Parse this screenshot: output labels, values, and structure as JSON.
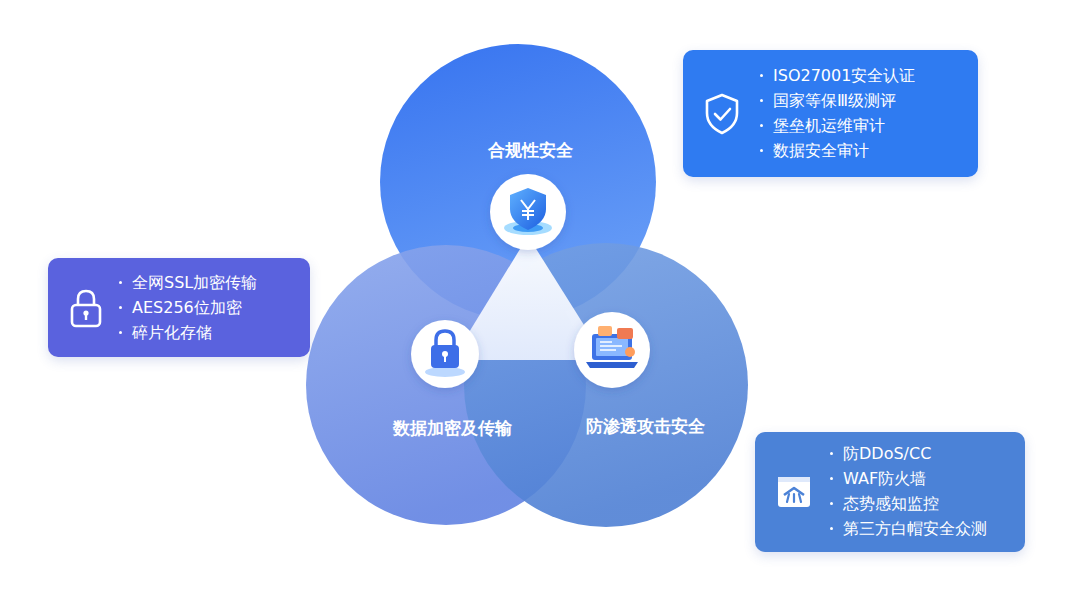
{
  "diagram": {
    "nodes": [
      {
        "text": [
          "合规性安全"
        ]
      },
      {
        "text": [
          "ISO27001安全认证",
          "国家等保Ⅲ级测评",
          "堡垒机运维审计",
          "数据安全审计"
        ]
      },
      {
        "text": [
          "全网SSL加密传输",
          "AES256位加密",
          "碎片化存储"
        ]
      },
      {
        "text": [
          "数据加密及传输"
        ]
      },
      {
        "text": [
          "防渗透攻击安全"
        ]
      },
      {
        "text": [
          "防DDoS/CC",
          "WAF防火墙",
          "态势感知监控",
          "第三方白帽安全众测"
        ]
      }
    ]
  }
}
